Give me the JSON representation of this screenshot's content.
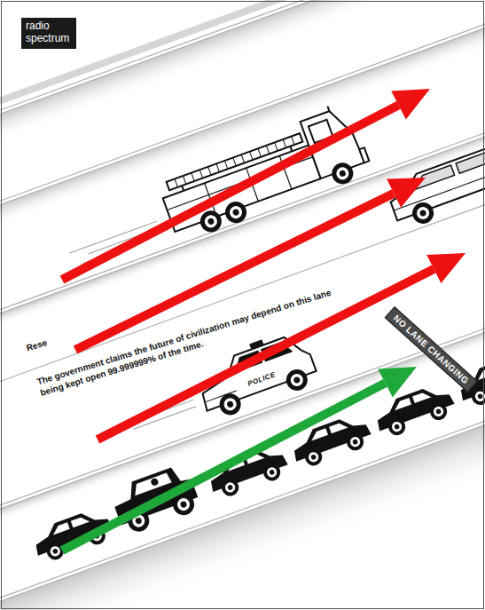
{
  "diagram": {
    "title": "radio spectrum",
    "labels": [
      "Rese",
      "The government claims the future of civilization may depend on this lane being kept open 99.999999% of the time.",
      "POLICE",
      "NO LANE CHANGING"
    ]
  }
}
